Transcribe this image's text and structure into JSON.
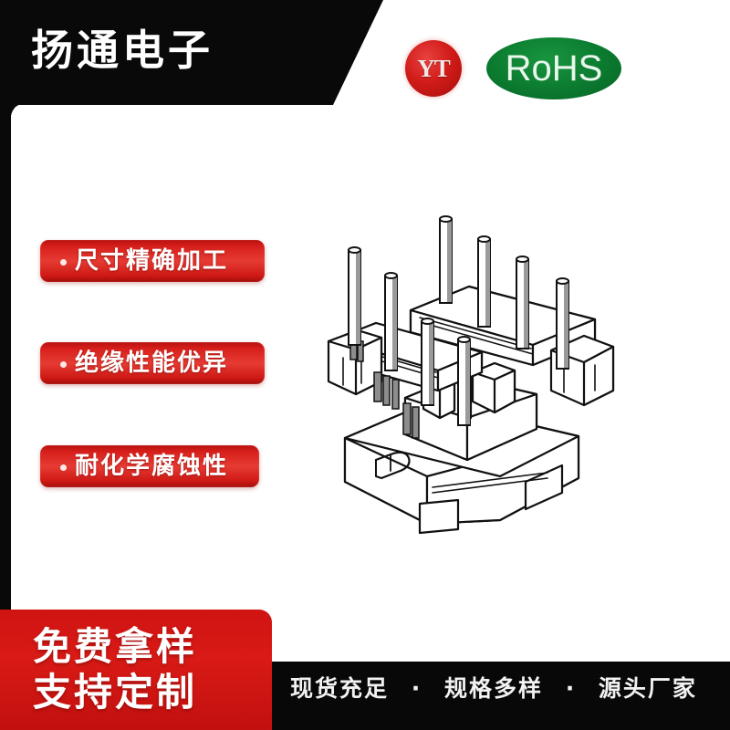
{
  "header": {
    "brand_title": "扬通电子",
    "background_color": "#090909",
    "text_color": "#ffffff"
  },
  "logos": {
    "yt": {
      "label": "YT",
      "shape": "circle",
      "color": "#d01b18"
    },
    "rohs": {
      "label": "RoHS",
      "shape": "ellipse",
      "color": "#0b7a2f"
    }
  },
  "features": {
    "pill_color": "#d8201c",
    "items": [
      {
        "bullet": "•",
        "label": "尺寸精确加工"
      },
      {
        "bullet": "•",
        "label": "绝缘性能优异"
      },
      {
        "bullet": "•",
        "label": "耐化学腐蚀性"
      }
    ]
  },
  "product": {
    "alt": "transformer-bobbin-line-drawing",
    "line_color": "#111111",
    "fill_color": "#ffffff",
    "shade_color": "#9a9a9a"
  },
  "footer": {
    "promo": {
      "line1": "免费拿样",
      "line2": "支持定制",
      "background_color": "#cf1412"
    },
    "tagline": {
      "items": [
        "现货充足",
        "规格多样",
        "源头厂家"
      ],
      "separator": "·",
      "background_color": "#080808",
      "text_color": "#f2f2f2"
    }
  }
}
